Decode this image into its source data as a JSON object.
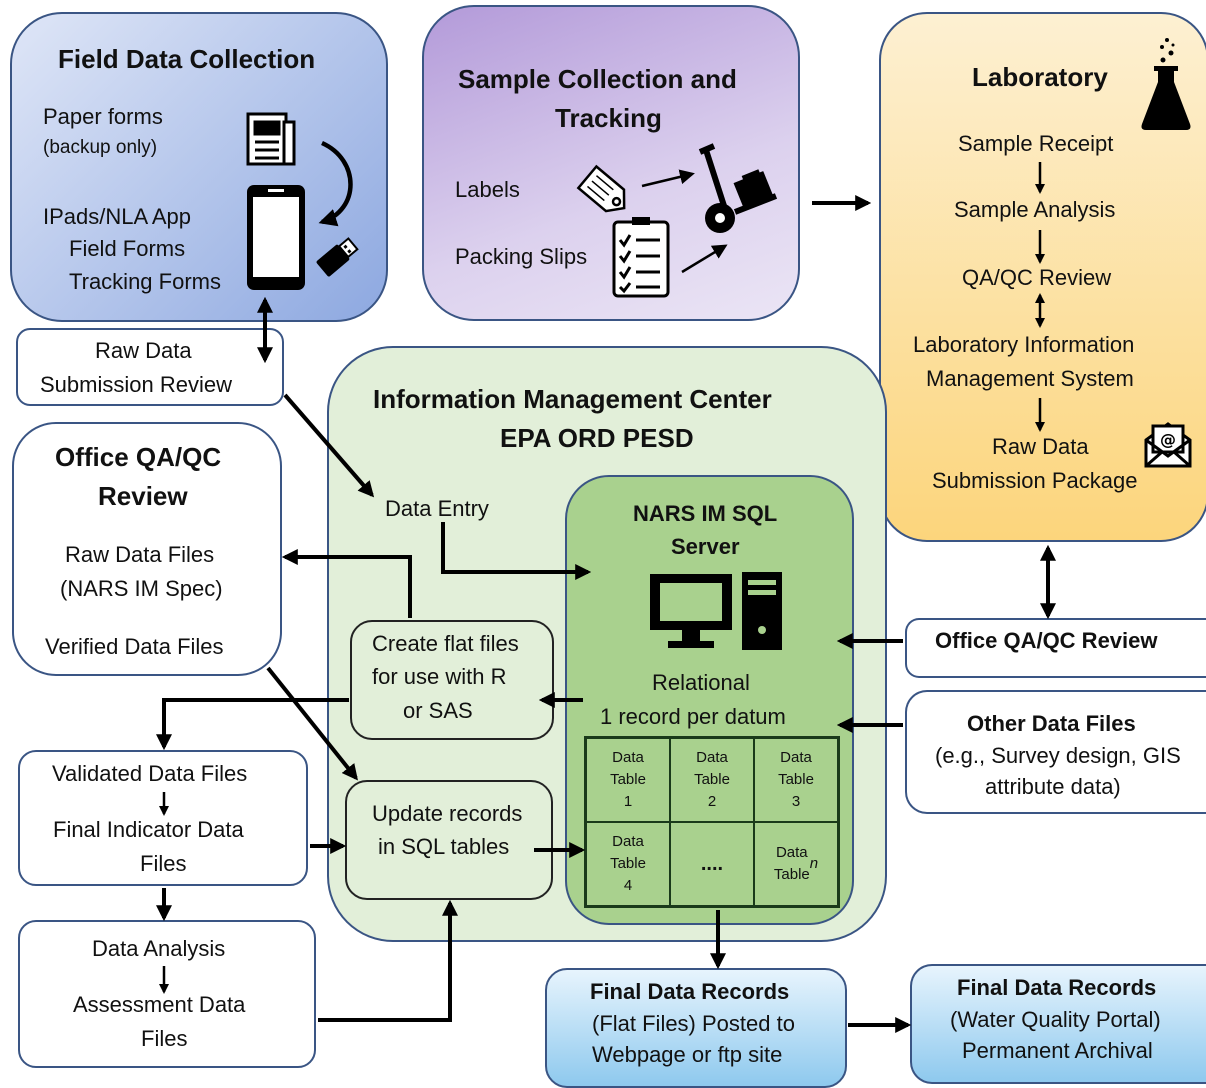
{
  "field": {
    "title": "Field Data Collection",
    "paper_forms": "Paper forms",
    "backup_only": "(backup only)",
    "ipads": "IPads/NLA App",
    "field_forms": "Field Forms",
    "tracking_forms": "Tracking Forms"
  },
  "sample": {
    "title_line1": "Sample Collection and",
    "title_line2": "Tracking",
    "labels": "Labels",
    "packing_slips": "Packing Slips"
  },
  "lab": {
    "title": "Laboratory",
    "sample_receipt": "Sample Receipt",
    "sample_analysis": "Sample Analysis",
    "qa_qc_review": "QA/QC Review",
    "lims_line1": "Laboratory Information",
    "lims_line2": "Management System",
    "raw_pkg_line1": "Raw Data",
    "raw_pkg_line2": "Submission Package"
  },
  "raw_review": {
    "line1": "Raw Data",
    "line2": "Submission Review"
  },
  "imc": {
    "title_line1": "Information Management Center",
    "title_line2": "EPA ORD PESD",
    "data_entry": "Data Entry"
  },
  "office_left": {
    "title_line1": "Office QA/QC",
    "title_line2": "Review",
    "raw_files": "Raw Data Files",
    "nars_spec": "(NARS IM Spec)",
    "verified": "Verified Data Files"
  },
  "sql": {
    "title_line1": "NARS IM SQL",
    "title_line2": "Server",
    "relational": "Relational",
    "per_datum": "1 record per datum",
    "tables": [
      "Data\nTable\n1",
      "Data\nTable\n2",
      "Data\nTable\n3",
      "Data\nTable\n4",
      "....",
      "Data\nTable\nn"
    ]
  },
  "flat": {
    "line1": "Create flat files",
    "line2": "for use with R",
    "line3": "or SAS"
  },
  "update": {
    "line1": "Update records",
    "line2": "in SQL tables"
  },
  "validated": {
    "line1": "Validated Data Files",
    "line2": "Final Indicator Data",
    "line3": "Files"
  },
  "analysis": {
    "line1": "Data Analysis",
    "line2": "Assessment Data",
    "line3": "Files"
  },
  "office_right": {
    "title": "Office QA/QC Review"
  },
  "other": {
    "title": "Other Data Files",
    "line2": "(e.g., Survey design, GIS",
    "line3": "attribute data)"
  },
  "final_flat": {
    "title": "Final Data Records",
    "line2": "(Flat Files) Posted to",
    "line3": "Webpage or ftp site"
  },
  "final_wqp": {
    "title": "Final Data Records",
    "line2": "(Water Quality Portal)",
    "line3": "Permanent Archival"
  },
  "colors": {
    "border": "#3a5584",
    "imc_fill": "#e2efd9",
    "sql_fill": "#a9d18e",
    "lab_fill": "#fcd982",
    "final_fill": "#9dd0f0"
  }
}
